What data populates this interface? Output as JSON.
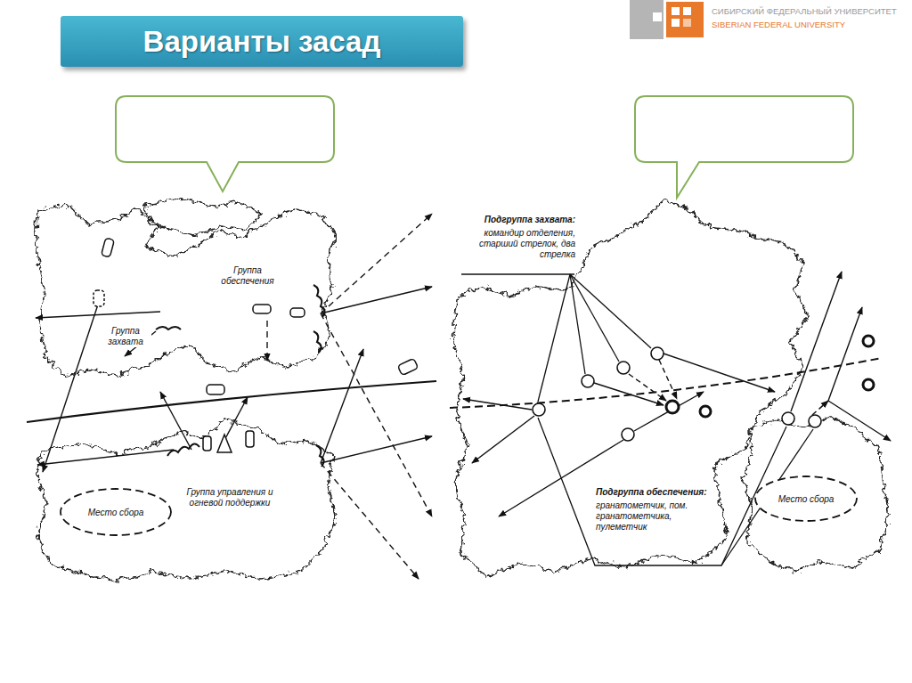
{
  "diagram": {
    "title": "Варианты засад",
    "nodes": [
      {
        "text": [
          "Место сбора"
        ]
      },
      {
        "text": [
          "Место сбора"
        ]
      }
    ],
    "labels": [
      "СИБИРСКИЙ ФЕДЕРАЛЬНЫЙ УНИВЕРСИТЕТ",
      "SIBERIAN FEDERAL UNIVERSITY",
      "Группа обеспечения",
      "Группа захвата",
      "Группа управления и огневой поддержки",
      "Подгруппа захвата:",
      "командир отделения, старший стрелок, два стрелка",
      "Подгруппа обеспечения:",
      "гранатометчик, пом. гранатометчика, пулеметчик"
    ]
  }
}
